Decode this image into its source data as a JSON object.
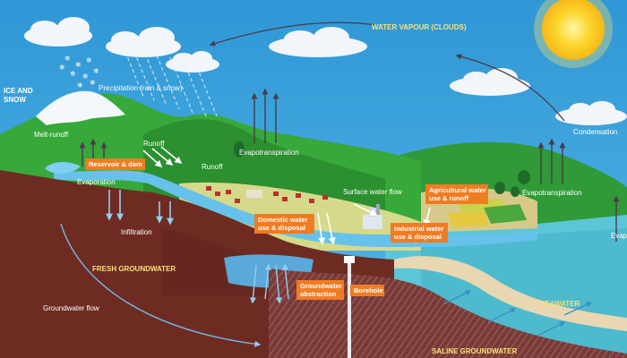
{
  "labels": {
    "water_vapour": "WATER VAPOUR (CLOUDS)",
    "ice_snow_1": "ICE AND",
    "ice_snow_2": "SNOW",
    "precipitation": "Precipitation (rain & snow)",
    "melt_runoff": "Melt-runoff",
    "runoff_1": "Runoff",
    "runoff_2": "Runoff",
    "evaporation": "Evaporation",
    "evapotranspiration_1": "Evapotranspiration",
    "evapotranspiration_2": "Evapotranspiration",
    "evap_cut": "Evap",
    "condensation": "Condensation",
    "surface_water_flow": "Surface water flow",
    "infiltration": "Infiltration",
    "fresh_groundwater": "FRESH GROUNDWATER",
    "groundwater_flow": "Groundwater flow",
    "seawater": "SEAWATER",
    "saline_groundwater": "SALINE GROUNDWATER"
  },
  "tags": {
    "reservoir": [
      "Reservoir & dam"
    ],
    "domestic": [
      "Domestic water",
      "use & disposal"
    ],
    "agricultural": [
      "Agricultural water",
      "use & runoff"
    ],
    "industrial": [
      "Industrial water",
      "use & disposal"
    ],
    "groundwater_abstraction": [
      "Groundwater",
      "abstraction"
    ],
    "borehole": [
      "Borehole"
    ]
  },
  "colors": {
    "sky": "#3aa6dd",
    "sea": "#5cc6d6",
    "land": "#3aa93a",
    "soil": "#6e2b22",
    "tag": "#f07c22",
    "sun": "#fbd52a"
  }
}
